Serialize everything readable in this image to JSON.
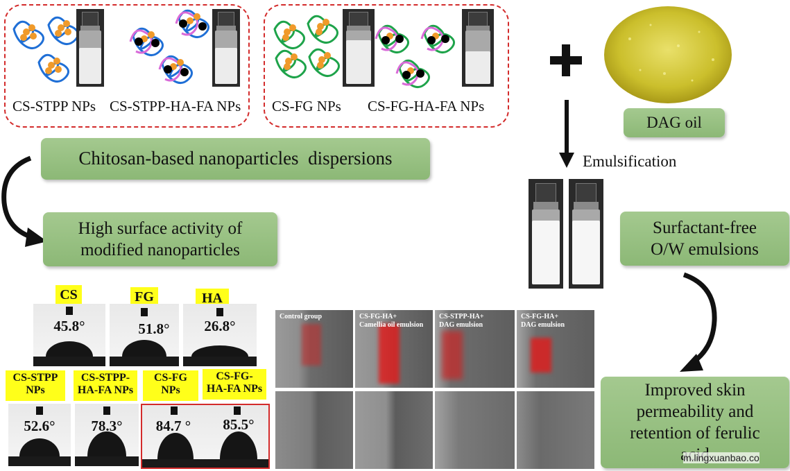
{
  "top_left_group": {
    "label_1": "CS-STPP NPs",
    "label_2": "CS-STPP-HA-FA NPs"
  },
  "top_middle_group": {
    "label_1": "CS-FG NPs",
    "label_2": "CS-FG-HA-FA NPs"
  },
  "oil": {
    "label": "DAG oil"
  },
  "process": {
    "emulsification": "Emulsification"
  },
  "boxes": {
    "dispersions": "Chitosan-based nanoparticles  dispersions",
    "surface_activity_1": "High surface activity of",
    "surface_activity_2": "modified nanoparticles",
    "emulsions_1": "Surfactant-free",
    "emulsions_2": "O/W emulsions",
    "skin_1": "Improved skin",
    "skin_2": "permeability and",
    "skin_3": "retention of ferulic",
    "skin_4": "acid"
  },
  "contact_angles_top": [
    {
      "label": "CS",
      "angle": "45.8°"
    },
    {
      "label": "FG",
      "angle": "51.8°"
    },
    {
      "label": "HA",
      "angle": "26.8°"
    }
  ],
  "contact_angles_bottom": [
    {
      "label_1": "CS-STPP",
      "label_2": "NPs",
      "angle": "52.6°"
    },
    {
      "label_1": "CS-STPP-",
      "label_2": "HA-FA NPs",
      "angle": "78.3°"
    },
    {
      "label_1": "CS-FG",
      "label_2": "NPs",
      "angle": "84.7 °"
    },
    {
      "label_1": "CS-FG-",
      "label_2": "HA-FA NPs",
      "angle": "85.5°"
    }
  ],
  "microscopy": [
    {
      "line_1": "Control group",
      "line_2": ""
    },
    {
      "line_1": "CS-FG-HA+",
      "line_2": "Camellia oil emulsion"
    },
    {
      "line_1": "CS-STPP-HA+",
      "line_2": "DAG emulsion"
    },
    {
      "line_1": "CS-FG-HA+",
      "line_2": "DAG emulsion"
    }
  ],
  "watermark": "m.lingxuanbao.co",
  "colors": {
    "dashed_border": "#d32b2b",
    "green_box": "#8fbc7a",
    "badge_yellow": "#ffff1a",
    "highlight_red": "#d32b2b"
  }
}
